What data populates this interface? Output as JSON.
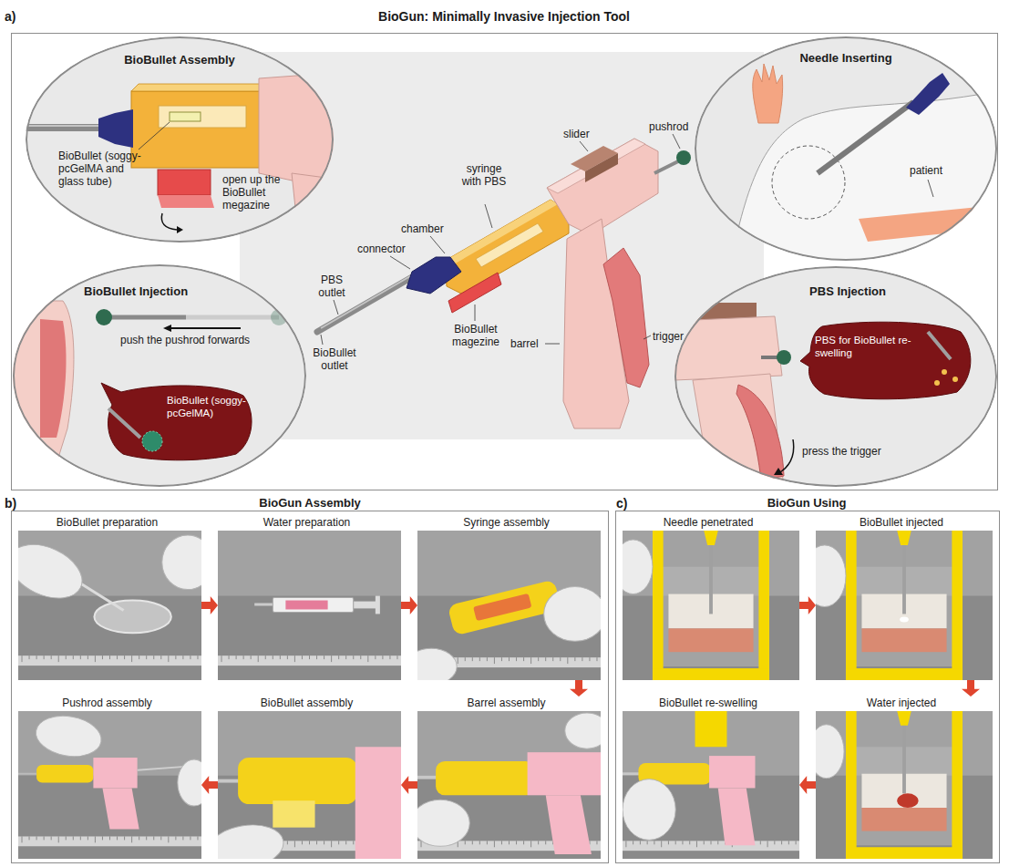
{
  "diagram": {
    "nodes": [
      {
        "text": [
          "a)",
          "BioGun: Minimally Invasive Injection Tool"
        ]
      },
      {
        "text": [
          "BioBullet Assembly",
          "BioBullet (soggy-pcGelMA and glass tube)",
          "open up the BioBullet megazine"
        ],
        "in": 0
      },
      {
        "text": [
          "Needle Inserting",
          "patient"
        ],
        "in": 0
      },
      {
        "text": [
          "BioBullet Injection",
          "push the pushrod forwards"
        ],
        "in": 0
      },
      {
        "text": [
          "BioBullet (soggy-pcGelMA)"
        ],
        "in": 3
      },
      {
        "text": [
          "PBS Injection",
          "press the trigger"
        ],
        "in": 0
      },
      {
        "text": [
          "PBS for BioBullet re-swelling"
        ],
        "in": 5
      },
      {
        "text": [
          "b)",
          "BioGun Assembly"
        ]
      },
      {
        "text": [
          "BioBullet preparation"
        ],
        "in": 7
      },
      {
        "text": [
          "Water preparation"
        ],
        "in": 7
      },
      {
        "text": [
          "Syringe assembly"
        ],
        "in": 7
      },
      {
        "text": [
          "Pushrod assembly"
        ],
        "in": 7
      },
      {
        "text": [
          "BioBullet assembly"
        ],
        "in": 7
      },
      {
        "text": [
          "Barrel assembly"
        ],
        "in": 7
      },
      {
        "text": [
          "c)",
          "BioGun Using"
        ]
      },
      {
        "text": [
          "Needle penetrated"
        ],
        "in": 14
      },
      {
        "text": [
          "BioBullet injected"
        ],
        "in": 14
      },
      {
        "text": [
          "BioBullet re-swelling"
        ],
        "in": 14
      },
      {
        "text": [
          "Water injected"
        ],
        "in": 14
      }
    ],
    "edges": [
      {
        "from": 8,
        "to": 9,
        "arrow": "to"
      },
      {
        "from": 9,
        "to": 10,
        "arrow": "to"
      },
      {
        "from": 10,
        "to": 13,
        "arrow": "to"
      },
      {
        "from": 13,
        "to": 12,
        "arrow": "to"
      },
      {
        "from": 12,
        "to": 11,
        "arrow": "to"
      },
      {
        "from": 15,
        "to": 16,
        "arrow": "to"
      },
      {
        "from": 16,
        "to": 18,
        "arrow": "to"
      },
      {
        "from": 18,
        "to": 17,
        "arrow": "to"
      }
    ],
    "labels": [
      "slider",
      "pushrod",
      "syringe with PBS",
      "chamber",
      "connector",
      "PBS outlet",
      "BioBullet outlet",
      "BioBullet magezine",
      "barrel",
      "trigger"
    ]
  }
}
